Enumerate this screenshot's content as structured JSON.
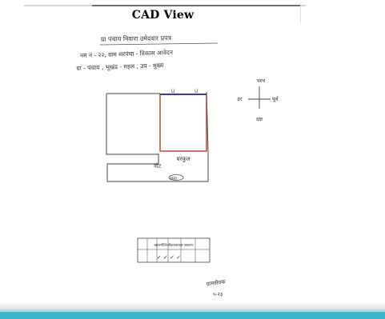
{
  "header": {
    "title": "CAD View"
  },
  "document": {
    "line1": "ग्रा पंचाय निवारा उमेदवार प्रपत्र",
    "line2": "नम नं - २२, ग्राम सरपंचा - विकास आवेदन",
    "line3": "ग्रा - पंचाय , भूखंड - महल , उप - मुख्य",
    "compass_north": "पश्च",
    "compass_west": "उर",
    "compass_east": "पूर्व",
    "compass_south": "दक्ष",
    "plot_label": "घरकुल",
    "road_label": "रस्ता",
    "side_label": "नोट",
    "table_row1": "खाजगीलिजीकारसारस सवरूप",
    "table_checks": "✓ ✓ ✓ ✓",
    "signature": "ग्रामसेवक",
    "signature_date": "५-२३"
  },
  "colors": {
    "accent_bar": "#3db7c9",
    "plot_outline": "#c0392b"
  }
}
